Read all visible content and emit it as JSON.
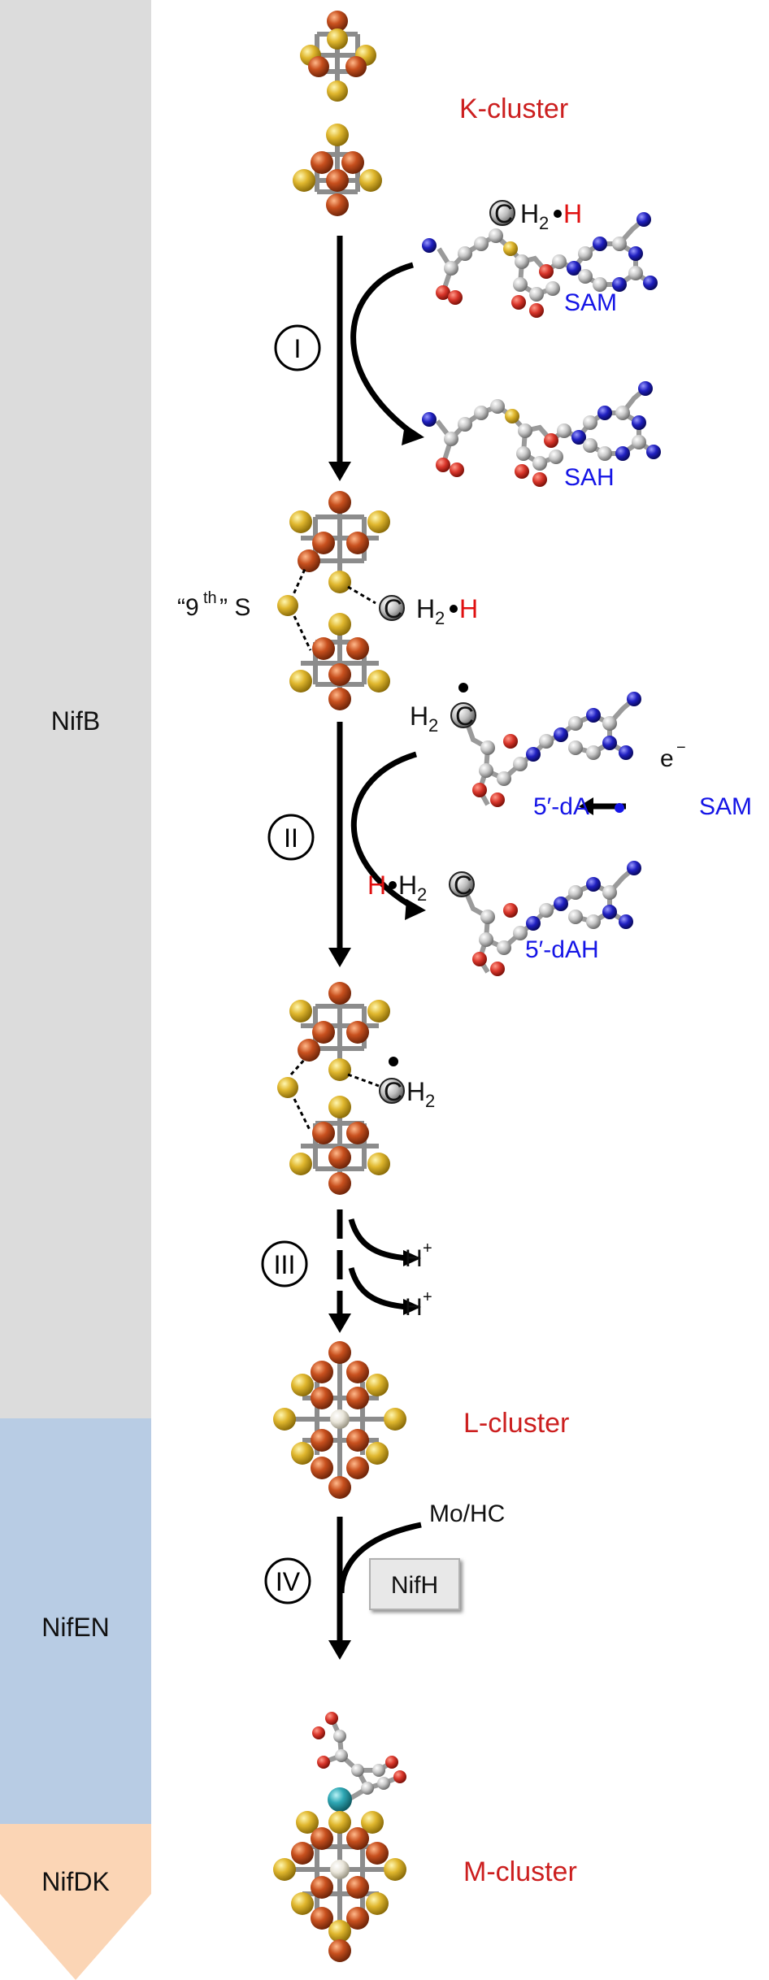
{
  "side_bar": {
    "segments": [
      {
        "label": "NifB",
        "color": "#dcdcdc"
      },
      {
        "label": "NifEN",
        "color": "#b8cce4"
      },
      {
        "label": "NifDK",
        "color": "#fbd5b5"
      }
    ]
  },
  "clusters": {
    "k_cluster": "K-cluster",
    "l_cluster": "L-cluster",
    "m_cluster": "M-cluster"
  },
  "steps": {
    "I": "I",
    "II": "II",
    "III": "III",
    "IV": "IV"
  },
  "molecules": {
    "sam": "SAM",
    "sah": "SAH",
    "five_da_radical": "5′-dA",
    "five_dah": "5′-dAH",
    "sam_reduction": "SAM",
    "electron": "e",
    "electron_sup": "−"
  },
  "labels": {
    "ninth_prefix": "“9",
    "ninth_sup": "th",
    "ninth_suffix": "” S",
    "carbon": "C",
    "h2": "H",
    "h2_sub": "2",
    "h_red": "H",
    "proton": "H",
    "proton_sup": "+",
    "mo_hc": "Mo/HC",
    "nifh": "NifH"
  },
  "colors": {
    "sulfur": "#e0b72e",
    "iron": "#c8501e",
    "molybdenum": "#2fa8b5",
    "carbide": "#e8e4d8",
    "carbon_atom": "#c8c8c8",
    "oxygen": "#d8352a",
    "nitrogen": "#2020c0",
    "cluster_label": "#cc1f1f",
    "molecule_label": "#1515e6",
    "hydrogen_red": "#e01010"
  }
}
